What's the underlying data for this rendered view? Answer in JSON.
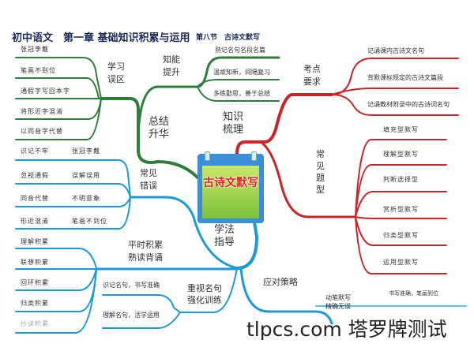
{
  "title": {
    "main": "初中语文　第一章 基础知识积累与运用",
    "section": "第八节　古诗文默写"
  },
  "center": {
    "label": "古诗文默写"
  },
  "colors": {
    "green": "#2e7d3a",
    "red": "#c8242a",
    "blue": "#1b9ad6"
  },
  "branches": {
    "zongjie": {
      "label": "总结\n升华",
      "xuexi": {
        "label": "学习\n误区",
        "items": [
          "张冠李戴",
          "笔画不到位",
          "通假字写回本字",
          "将形近字混淆",
          "以同音字代替"
        ]
      },
      "zhineng": {
        "label": "知能\n提升",
        "items": [
          "熟记名句名段名篇",
          "温故知新，间隔复习",
          "多练勤思，善于总结"
        ]
      }
    },
    "zhishi": {
      "label": "知识\n梳理",
      "kaodian": {
        "label": "考点\n要求",
        "items": [
          "记诵课内古诗文名句",
          "背默课标规定的古诗文篇段",
          "记诵教材附录中的古诗词名句"
        ]
      },
      "tixing": {
        "label": "常\n见\n题\n型",
        "items": [
          "填充型默写",
          "理解型默写",
          "判断选择型",
          "赏析型默写",
          "归类型默写",
          "运用型默写"
        ]
      }
    },
    "xuefa": {
      "label": "学法\n指导",
      "cuowu": {
        "label": "常见\n错误",
        "items": [
          [
            "识记不牢",
            "张冠李戴"
          ],
          [
            "忽视通假",
            "误解误用"
          ],
          [
            "同音代替",
            "不明意象"
          ],
          [
            "形近混淆",
            "笔画不到位"
          ]
        ]
      },
      "jilei": {
        "label": "平时积累\n熟读背诵",
        "items": [
          "理解积累",
          "联想积累",
          "回环积累",
          "归类积累",
          "抄读积累"
        ]
      },
      "mingju": {
        "label": "重视名句\n强化训练",
        "items": [
          "识记名句，书写准确",
          "理解名句，活学运用"
        ]
      },
      "celue": {
        "label": "应对策略",
        "sub": "动笔默写\n精确无误",
        "items": [
          "书写准确，笔画到位"
        ]
      }
    }
  },
  "watermark": "tlpcs.com 塔罗牌测试"
}
